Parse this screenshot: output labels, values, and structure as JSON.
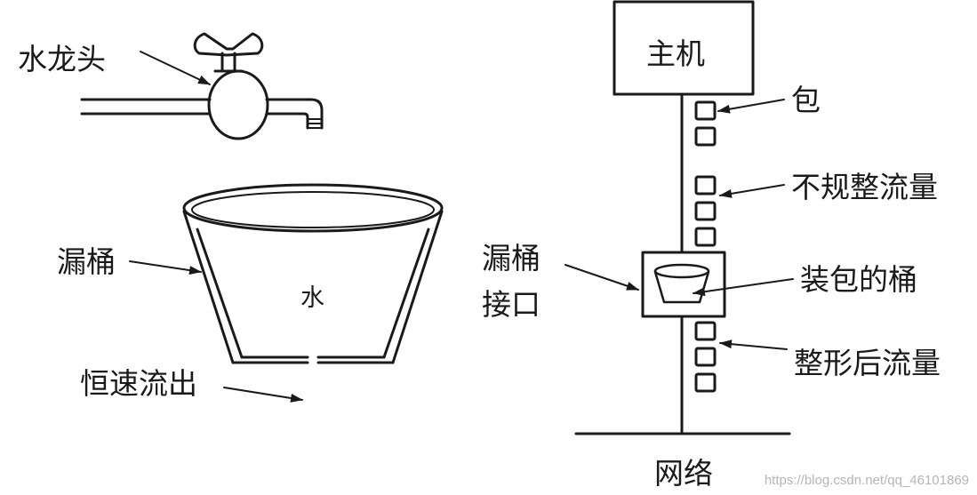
{
  "labels": {
    "faucet": "水龙头",
    "bucket": "漏桶",
    "water": "水",
    "constant_outflow": "恒速流出",
    "host": "主机",
    "packet": "包",
    "irregular_flow": "不规整流量",
    "leaky_bucket_interface": [
      "漏桶",
      "接口"
    ],
    "packet_bucket": "装包的桶",
    "shaped_flow": "整形后流量",
    "network": "网络"
  },
  "watermark": "https://blog.csdn.net/qq_46101869",
  "colors": {
    "ink": "#1a1a1a",
    "watermark": "#b5b5b5",
    "background": "#ffffff"
  }
}
